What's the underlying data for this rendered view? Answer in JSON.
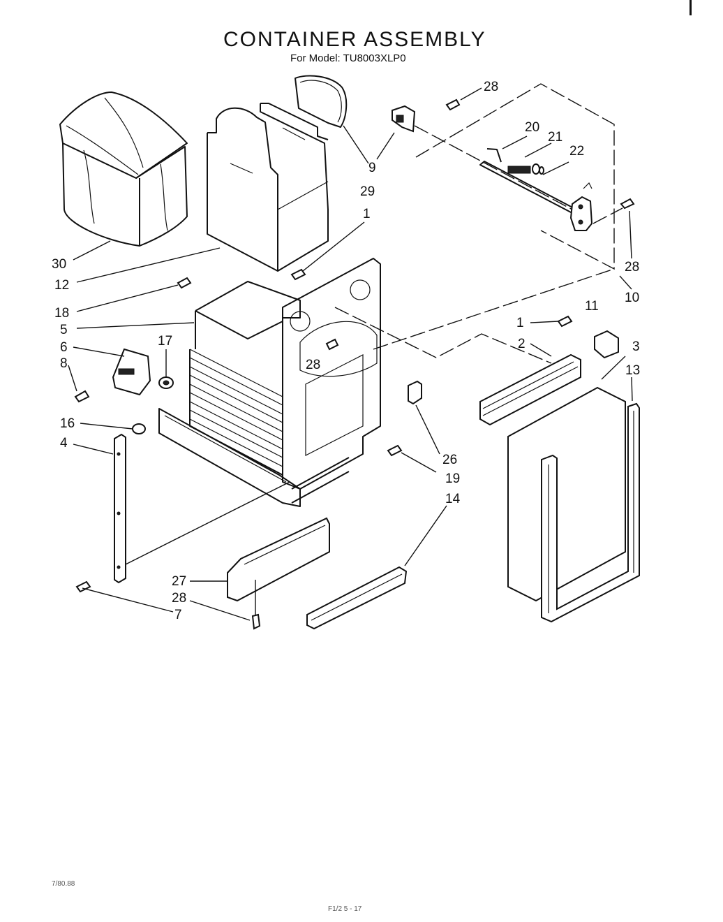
{
  "title": "CONTAINER ASSEMBLY",
  "subtitle": "For Model: TU8003XLP0",
  "footer_left": "7/80.88",
  "footer_center": "F1/2  5 - 17",
  "callouts": {
    "c28_top": "28",
    "c20": "20",
    "c21": "21",
    "c22": "22",
    "c9": "9",
    "c29": "29",
    "c1_center": "1",
    "c28_right": "28",
    "c10": "10",
    "c30": "30",
    "c12": "12",
    "c18": "18",
    "c5": "5",
    "c6": "6",
    "c17": "17",
    "c8": "8",
    "c28_mid": "28",
    "c11": "11",
    "c1_right": "1",
    "c2": "2",
    "c3": "3",
    "c13": "13",
    "c16": "16",
    "c4": "4",
    "c26": "26",
    "c19": "19",
    "c14": "14",
    "c27": "27",
    "c28_bottom": "28",
    "c7": "7"
  }
}
